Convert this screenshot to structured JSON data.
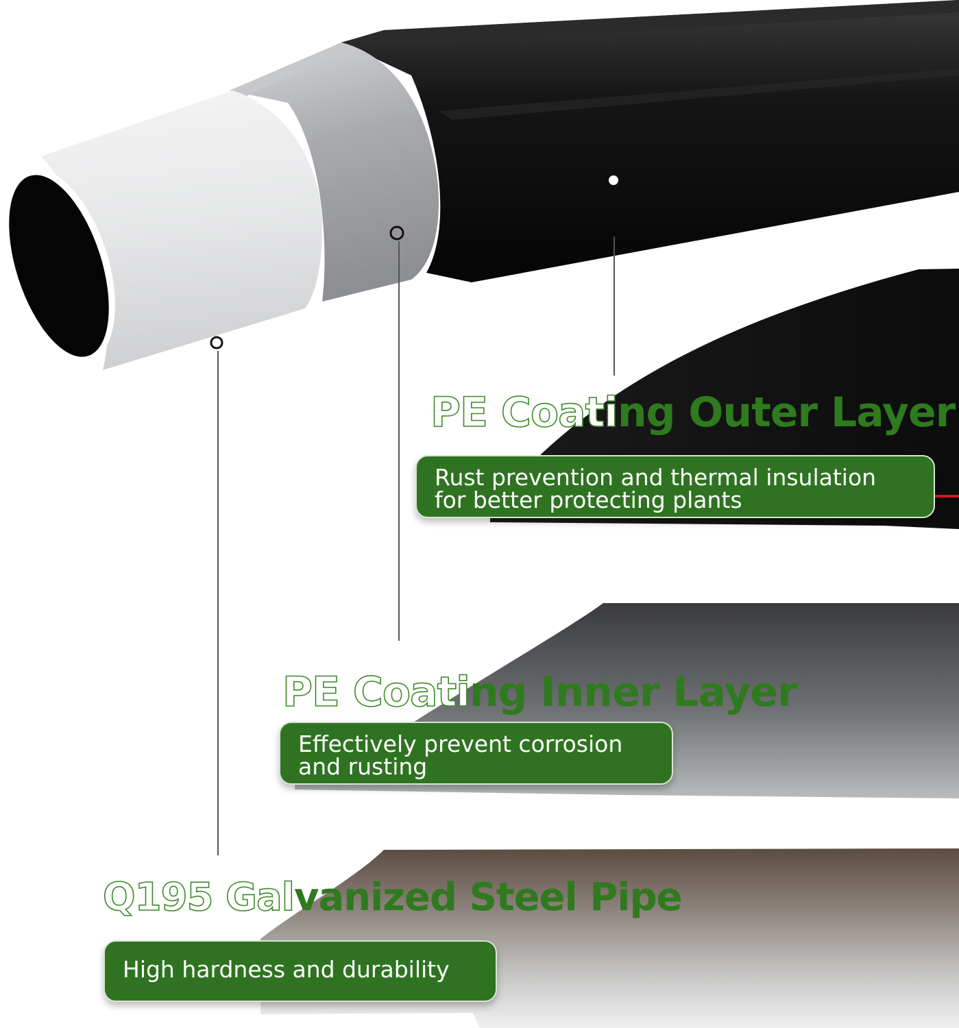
{
  "layers": [
    {
      "title_hollow": "PE Coati",
      "title_solid": "ng Outer Layer",
      "description_lines": [
        "Rust prevention and thermal insulation",
        "for better protecting plants"
      ]
    },
    {
      "title_hollow": "PE Coati",
      "title_solid": "ng Inner Layer",
      "description_lines": [
        "Effectively prevent corrosion",
        "and rusting"
      ]
    },
    {
      "title_hollow": "Q195 Gal",
      "title_solid": "vanized Steel Pipe",
      "description_lines": [
        "High hardness and durability"
      ]
    }
  ],
  "colors": {
    "brand_green": "#2f7322",
    "title_green": "#2f7a1f",
    "outer_layer": "#111111",
    "inner_layer": "#9fa1a3",
    "steel_pipe": "#e9eaeb",
    "accent_red": "#d0191e"
  }
}
